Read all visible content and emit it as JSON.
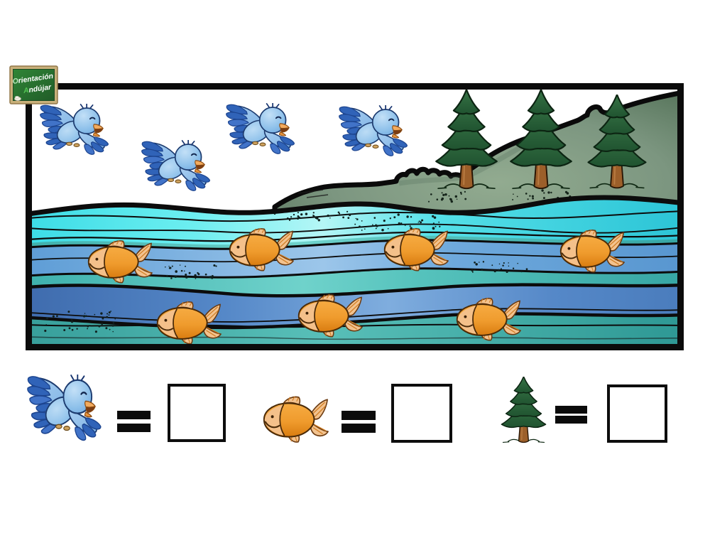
{
  "worksheet": {
    "title": "count-the-animals scene worksheet",
    "logo": {
      "line1_initial": "O",
      "line1_rest": "rientación",
      "line2_initial": "A",
      "line2_rest": "ndújar"
    },
    "scene": {
      "birds": {
        "count": 4,
        "size": [
          104,
          74
        ],
        "positions": [
          [
            107,
            183
          ],
          [
            250,
            234
          ],
          [
            369,
            182
          ],
          [
            528,
            185
          ]
        ]
      },
      "fish": {
        "count": 7,
        "size": [
          102,
          63
        ],
        "positions": [
          [
            168,
            369
          ],
          [
            367,
            352
          ],
          [
            585,
            352
          ],
          [
            833,
            354
          ],
          [
            265,
            455
          ],
          [
            464,
            445
          ],
          [
            687,
            450
          ]
        ]
      },
      "trees": {
        "count": 3,
        "positions": [
          [
            657,
            126,
            95,
            143
          ],
          [
            762,
            126,
            95,
            143
          ],
          [
            869,
            133,
            90,
            135
          ]
        ]
      }
    },
    "legend": [
      {
        "item": "bird",
        "equals": "=",
        "answer": ""
      },
      {
        "item": "fish",
        "equals": "=",
        "answer": ""
      },
      {
        "item": "tree",
        "equals": "=",
        "answer": ""
      }
    ],
    "colors": {
      "outline_black": "#0b0b0b",
      "water_cyan": "#3fd9e3",
      "water_teal": "#45b5b2",
      "water_blue_band": "#6aa7db",
      "water_dark_blue_band": "#4c84c4",
      "hill_green": "#7d9787",
      "tree_green": "#2e6a3a",
      "trunk_brown": "#a4652e",
      "bird_blue": "#8dc0ea",
      "bird_dark_blue": "#2d5fb3",
      "fish_orange": "#ef9b2d",
      "fish_face": "#f4c08a",
      "board_green": "#2f7d35",
      "board_frame_tan": "#c8b07a"
    }
  }
}
